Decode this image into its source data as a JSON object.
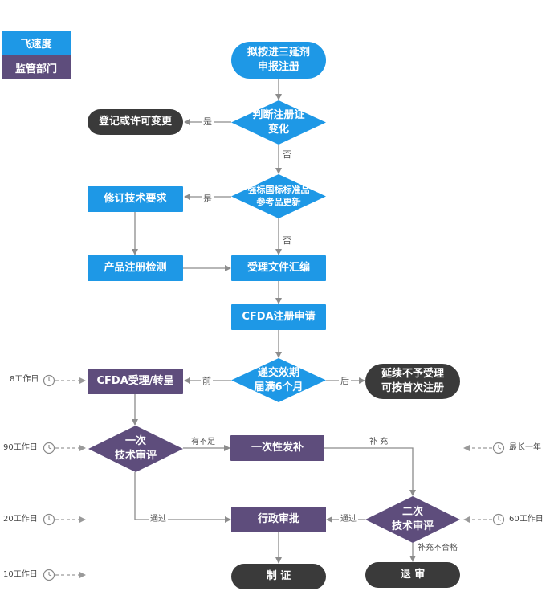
{
  "legend": {
    "blue_label": "飞速度",
    "purple_label": "监管部门"
  },
  "colors": {
    "blue": "#1e98e6",
    "purple": "#5e4d7c",
    "dark": "#3a3a3a",
    "line": "#8c8c8c",
    "label": "#555555"
  },
  "nodes": {
    "start": "拟按进三延剂\n申报注册",
    "judge_change": "判断注册证\n变化",
    "register_change": "登记或许可变更",
    "judge_standard": "强标国标标准品\n参考品更新",
    "revise_tech": "修订技术要求",
    "product_test": "产品注册检测",
    "compile_docs": "受理文件汇编",
    "cfda_apply": "CFDA注册申请",
    "judge_submit": "递交效期\n届满6个月",
    "cfda_accept": "CFDA受理/转呈",
    "no_accept": "延续不予受理\n可按首次注册",
    "first_review": "一次\n技术审评",
    "supplement_once": "一次性发补",
    "admin_approve": "行政审批",
    "second_review": "二次\n技术审评",
    "issue": "制 证",
    "reject": "退 审"
  },
  "edges": {
    "yes1": "是",
    "no1": "否",
    "yes2": "是",
    "no2": "否",
    "before": "前",
    "after": "后",
    "insufficient": "有不足",
    "supplement": "补 充",
    "pass1": "通过",
    "pass2": "通过",
    "fail": "补充不合格"
  },
  "timings": {
    "accept": "8工作日",
    "first_review": "90工作日",
    "admin": "20工作日",
    "issue": "10工作日",
    "supplement_max": "最长一年",
    "second_review": "60工作日"
  }
}
